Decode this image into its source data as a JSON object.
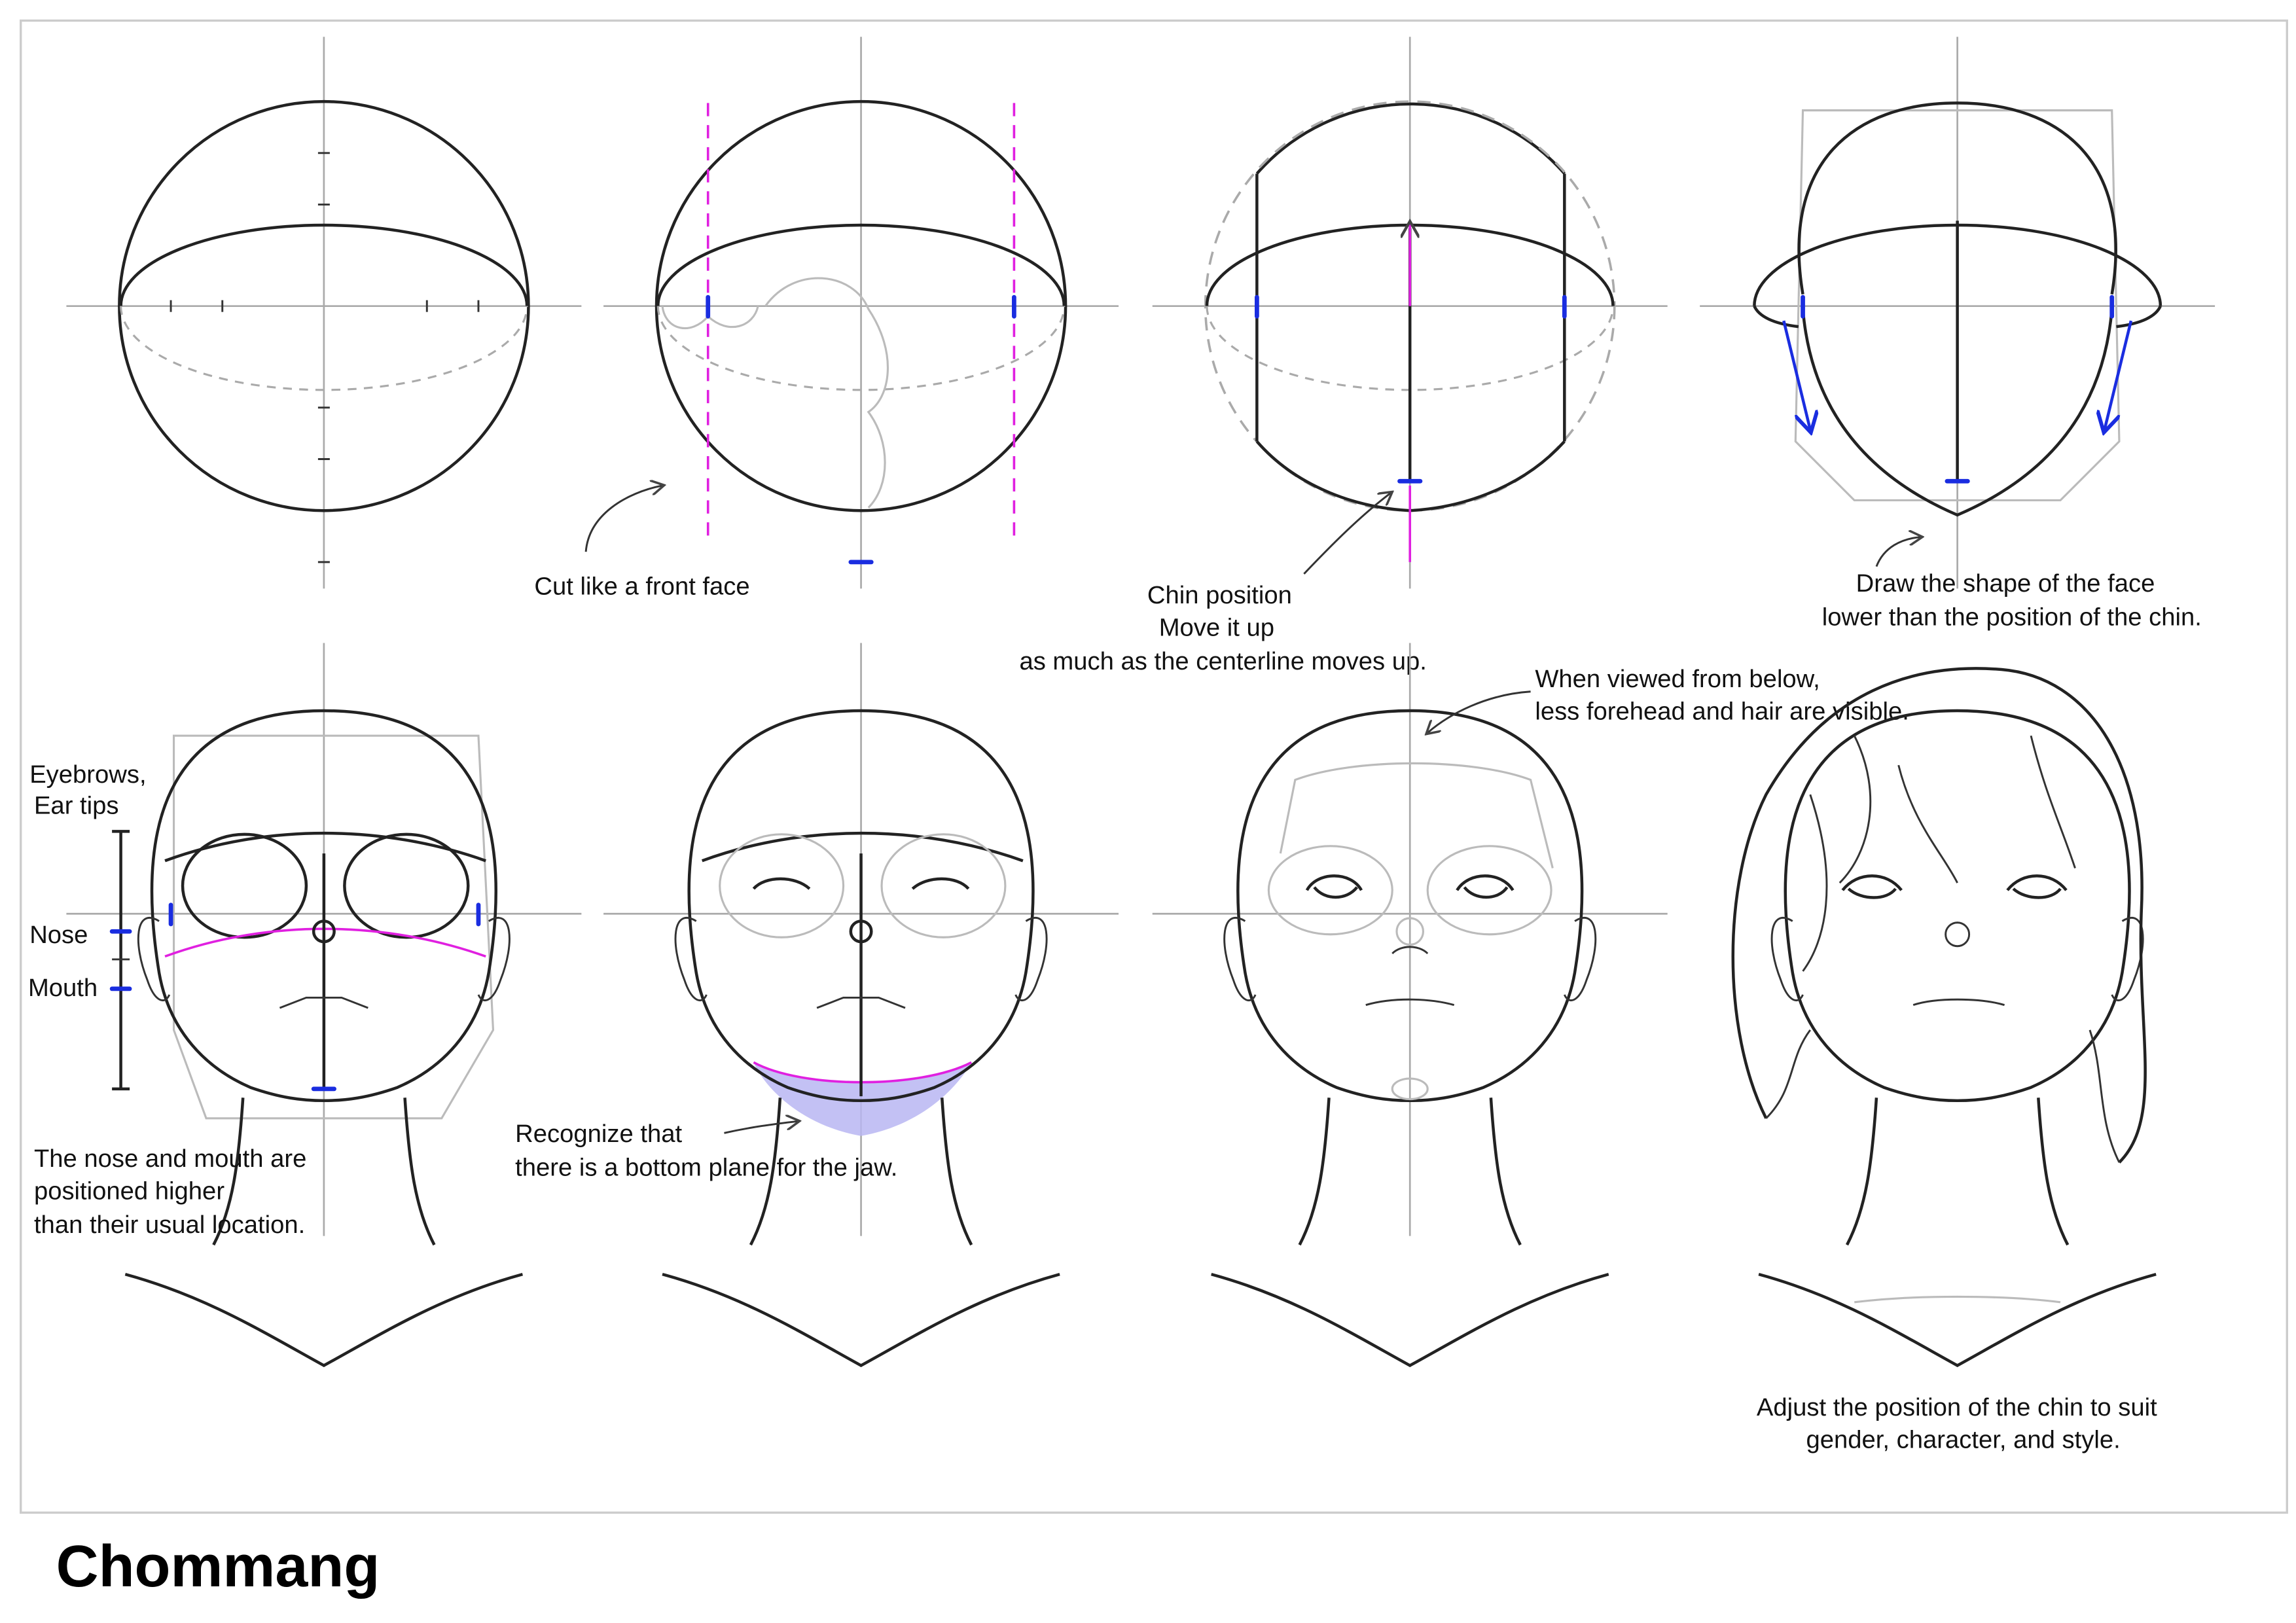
{
  "author": "Chommang",
  "colors": {
    "guide_magenta": "#e020e0",
    "marker_blue": "#1a2de0",
    "jaw_plane": "#b8b6f2",
    "frame": "#cccccc"
  },
  "captions": {
    "step2": "Cut like a front face",
    "step3": [
      "Chin position",
      "Move it up",
      "as much as the centerline moves up."
    ],
    "step4": [
      "Draw the shape of the face",
      "lower than the position of the chin."
    ],
    "step5_labels": {
      "eyebrows": "Eyebrows,",
      "ear_tips": "Ear tips",
      "nose": "Nose",
      "mouth": "Mouth"
    },
    "step5": [
      "The nose and mouth are",
      "positioned higher",
      "than their usual location."
    ],
    "step6": [
      "Recognize that",
      "there is a bottom plane for the jaw."
    ],
    "step7": [
      "When viewed from below,",
      "less forehead and hair are visible."
    ],
    "step8": [
      "Adjust the position of the chin to suit",
      "gender, character, and style."
    ]
  }
}
